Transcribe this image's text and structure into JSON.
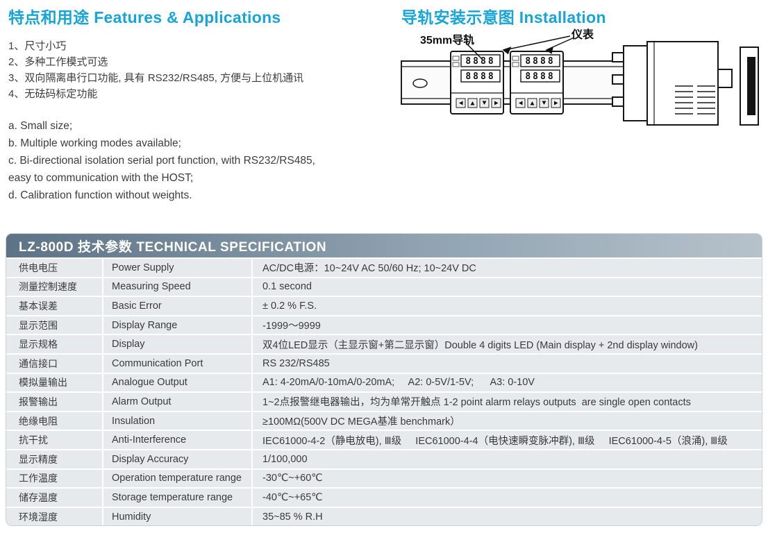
{
  "headings": {
    "features": "特点和用途 Features & Applications",
    "installation": "导轨安装示意图 Installation"
  },
  "features": {
    "cn_items": [
      "1、尺寸小巧",
      "2、多种工作模式可选",
      "3、双向隔离串行口功能, 具有 RS232/RS485, 方便与上位机通讯",
      "4、无砝码标定功能"
    ],
    "en_items": [
      "a. Small size;",
      "b. Multiple working modes available;",
      "c. Bi-directional isolation serial port function, with RS232/RS485, easy to communication with the HOST;",
      "d. Calibration function without weights."
    ]
  },
  "diagram": {
    "rail_label": "35mm导轨",
    "meter_label": "仪表",
    "display_digits": "8888",
    "meter_button_icons": [
      "left-arrow",
      "up-arrow",
      "down-arrow",
      "right-arrow"
    ]
  },
  "spec_table": {
    "title": "LZ-800D 技术参数 TECHNICAL SPECIFICATION",
    "rows": [
      {
        "cn": "供电电压",
        "en": "Power Supply",
        "value": "AC/DC电源：10~24V AC 50/60 Hz; 10~24V DC"
      },
      {
        "cn": "测量控制速度",
        "en": "Measuring Speed",
        "value": "0.1 second"
      },
      {
        "cn": "基本误差",
        "en": "Basic Error",
        "value": "± 0.2 % F.S."
      },
      {
        "cn": "显示范围",
        "en": "Display Range",
        "value": "-1999～9999"
      },
      {
        "cn": "显示规格",
        "en": "Display",
        "value": "双4位LED显示（主显示窗+第二显示窗）Double 4 digits LED (Main display + 2nd display window)"
      },
      {
        "cn": "通信接口",
        "en": "Communication Port",
        "value": "RS 232/RS485"
      },
      {
        "cn": "模拟量输出",
        "en": "Analogue Output",
        "value": "A1: 4-20mA/0-10mA/0-20mA;     A2: 0-5V/1-5V;      A3: 0-10V"
      },
      {
        "cn": "报警输出",
        "en": "Alarm Output",
        "value": "1~2点报警继电器输出，均为单常开触点 1-2 point alarm relays outputs  are single open contacts"
      },
      {
        "cn": "绝缘电阻",
        "en": "Insulation",
        "value": "≥100MΩ(500V DC MEGA基准 benchmark）"
      },
      {
        "cn": "抗干扰",
        "en": "Anti-Interference",
        "value": "IEC61000-4-2（静电放电), Ⅲ级     IEC61000-4-4（电快速瞬变脉冲群), Ⅲ级     IEC61000-4-5（浪涌), Ⅲ级"
      },
      {
        "cn": "显示精度",
        "en": "Display Accuracy",
        "value": "1/100,000"
      },
      {
        "cn": "工作温度",
        "en": "Operation temperature range",
        "value": "-30℃~+60℃"
      },
      {
        "cn": "储存温度",
        "en": "Storage temperature range",
        "value": "-40℃~+65℃"
      },
      {
        "cn": "环境湿度",
        "en": "Humidity",
        "value": "35~85 % R.H"
      }
    ]
  },
  "colors": {
    "accent": "#16a5d8",
    "table_header_dark": "#5d7386",
    "table_header_light": "#b6c2cb",
    "row_background": "#e6eaed",
    "text": "#3c3c3c"
  }
}
